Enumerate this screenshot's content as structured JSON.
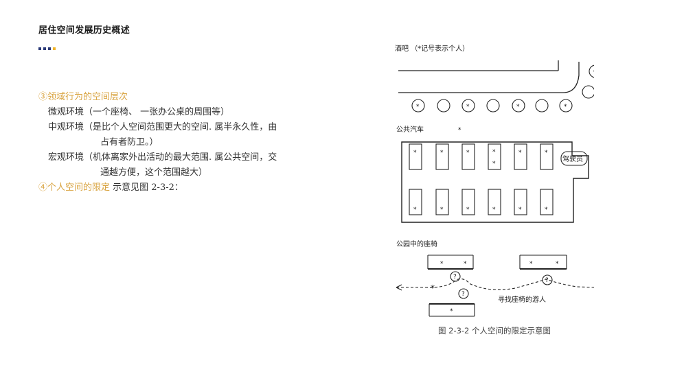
{
  "header": {
    "title": "居住空间发展历史概述",
    "dot_colors": [
      "#2b3a78",
      "#2b3a78",
      "#2b3a78",
      "#f0b429"
    ]
  },
  "content": {
    "section3_heading": "③领域行为的空间层次",
    "micro": "微观环境（一个座椅、 一张办公桌的周围等）",
    "meso_line1": "中观环境（是比个人空间范围更大的空间. 属半永久性，由",
    "meso_line2": "占有者防卫。）",
    "macro_line1": "宏观环境（机体离家外出活动的最大范围. 属公共空间，交",
    "macro_line2": "通越方便，这个范围越大）",
    "section4_heading": "④个人空间的限定",
    "section4_text": " 示意见图 2-3-2："
  },
  "figure": {
    "bar_label": "酒吧 （*记号表示个人）",
    "bus_label": "公共汽车",
    "driver_label": "驾驶员",
    "park_label": "公园中的座椅",
    "visitor_label": "寻找座椅的游人",
    "star": "*",
    "person_mark": "?",
    "caption": "图 2-3-2 个人空间的限定示意图"
  }
}
